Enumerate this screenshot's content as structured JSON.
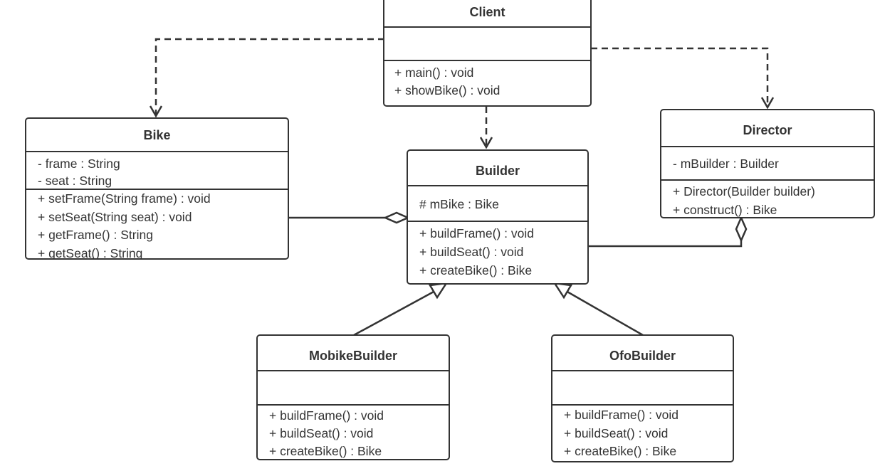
{
  "colors": {
    "stroke": "#333333",
    "fill": "#ffffff",
    "text": "#333333"
  },
  "classes": {
    "client": {
      "name": "Client",
      "attributes": [],
      "operations": [
        "+ main() : void",
        "+ showBike() : void"
      ]
    },
    "bike": {
      "name": "Bike",
      "attributes": [
        "- frame : String",
        "- seat : String"
      ],
      "operations": [
        "+ setFrame(String frame) : void",
        "+ setSeat(String seat) : void",
        "+ getFrame() : String",
        "+ getSeat() : String"
      ]
    },
    "builder": {
      "name": "Builder",
      "attributes": [
        "# mBike : Bike"
      ],
      "operations": [
        "+ buildFrame() : void",
        "+ buildSeat() : void",
        "+ createBike() : Bike"
      ]
    },
    "director": {
      "name": "Director",
      "attributes": [
        "- mBuilder : Builder"
      ],
      "operations": [
        "+ Director(Builder builder)",
        "+ construct() : Bike"
      ]
    },
    "mobike_builder": {
      "name": "MobikeBuilder",
      "attributes": [],
      "operations": [
        "+ buildFrame() : void",
        "+ buildSeat() : void",
        "+ createBike() : Bike"
      ]
    },
    "ofo_builder": {
      "name": "OfoBuilder",
      "attributes": [],
      "operations": [
        "+ buildFrame() : void",
        "+ buildSeat() : void",
        "+ createBike() : Bike"
      ]
    }
  },
  "relationships": [
    {
      "from": "Client",
      "to": "Bike",
      "kind": "dependency"
    },
    {
      "from": "Client",
      "to": "Builder",
      "kind": "dependency"
    },
    {
      "from": "Client",
      "to": "Director",
      "kind": "dependency"
    },
    {
      "from": "Builder",
      "to": "Bike",
      "kind": "aggregation"
    },
    {
      "from": "Director",
      "to": "Builder",
      "kind": "aggregation"
    },
    {
      "from": "MobikeBuilder",
      "to": "Builder",
      "kind": "generalization"
    },
    {
      "from": "OfoBuilder",
      "to": "Builder",
      "kind": "generalization"
    }
  ]
}
